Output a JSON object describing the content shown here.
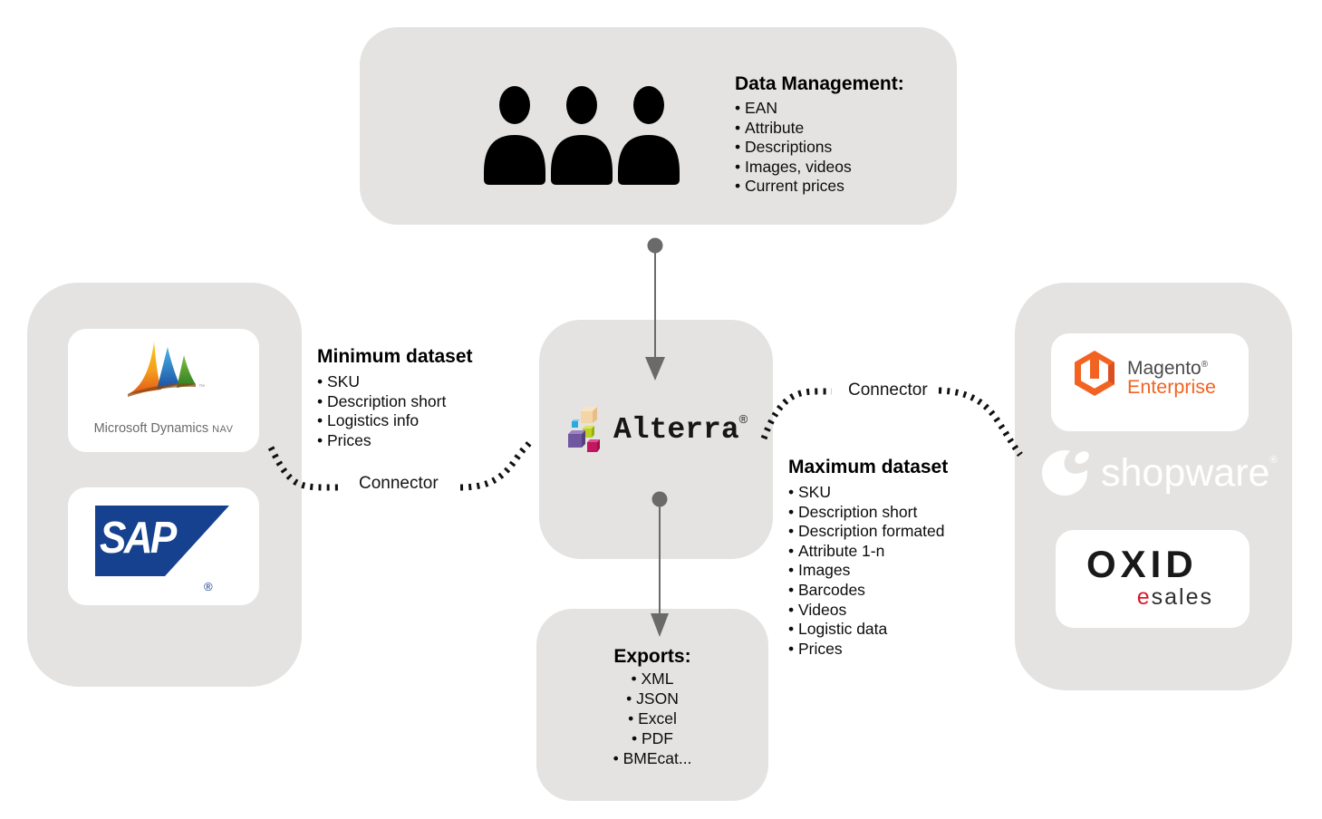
{
  "data_management": {
    "title": "Data Management:",
    "items": [
      "EAN",
      "Attribute",
      "Descriptions",
      "Images, videos",
      "Current prices"
    ]
  },
  "minimum_dataset": {
    "title": "Minimum dataset",
    "items": [
      "SKU",
      "Description short",
      "Logistics info",
      "Prices"
    ]
  },
  "maximum_dataset": {
    "title": "Maximum dataset",
    "items": [
      "SKU",
      "Description short",
      "Description formated",
      "Attribute 1-n",
      "Images",
      "Barcodes",
      "Videos",
      "Logistic data",
      "Prices"
    ]
  },
  "exports": {
    "title": "Exports:",
    "items": [
      "XML",
      "JSON",
      "Excel",
      "PDF",
      "BMEcat..."
    ]
  },
  "connectors": {
    "left_label": "Connector",
    "right_label": "Connector"
  },
  "center": {
    "brand": "Alterra",
    "reg": "®"
  },
  "left_systems": {
    "dynamics_text": "Microsoft Dynamics",
    "dynamics_nav": "NAV",
    "dynamics_tm": "™",
    "sap": "SAP",
    "sap_reg": "®"
  },
  "right_systems": {
    "magento": "Magento",
    "magento_reg": "®",
    "magento_sub": "Enterprise",
    "shopware": "shopware",
    "shopware_reg": "®",
    "oxid": "OXID",
    "oxid_e": "e",
    "oxid_rest": "sales"
  },
  "colors": {
    "panel_gray": "#e4e3e2",
    "arrow_gray": "#6a6a6a",
    "connector_black": "#111111",
    "sap_blue": "#15418f",
    "magento_orange": "#f26322",
    "magento_text_gray": "#4a4a4c",
    "oxid_red": "#d7182a",
    "oxid_black": "#191919",
    "shopware_white": "#ffffff",
    "dynamics_orange": "#f5a01b",
    "dynamics_blue": "#2e86c6",
    "dynamics_green": "#5fa62f",
    "alterra_purple": "#7157a0",
    "alterra_magenta": "#c31661",
    "alterra_tan": "#f4d5a5",
    "alterra_cyan": "#2aa9e0",
    "alterra_green": "#bed01f"
  }
}
